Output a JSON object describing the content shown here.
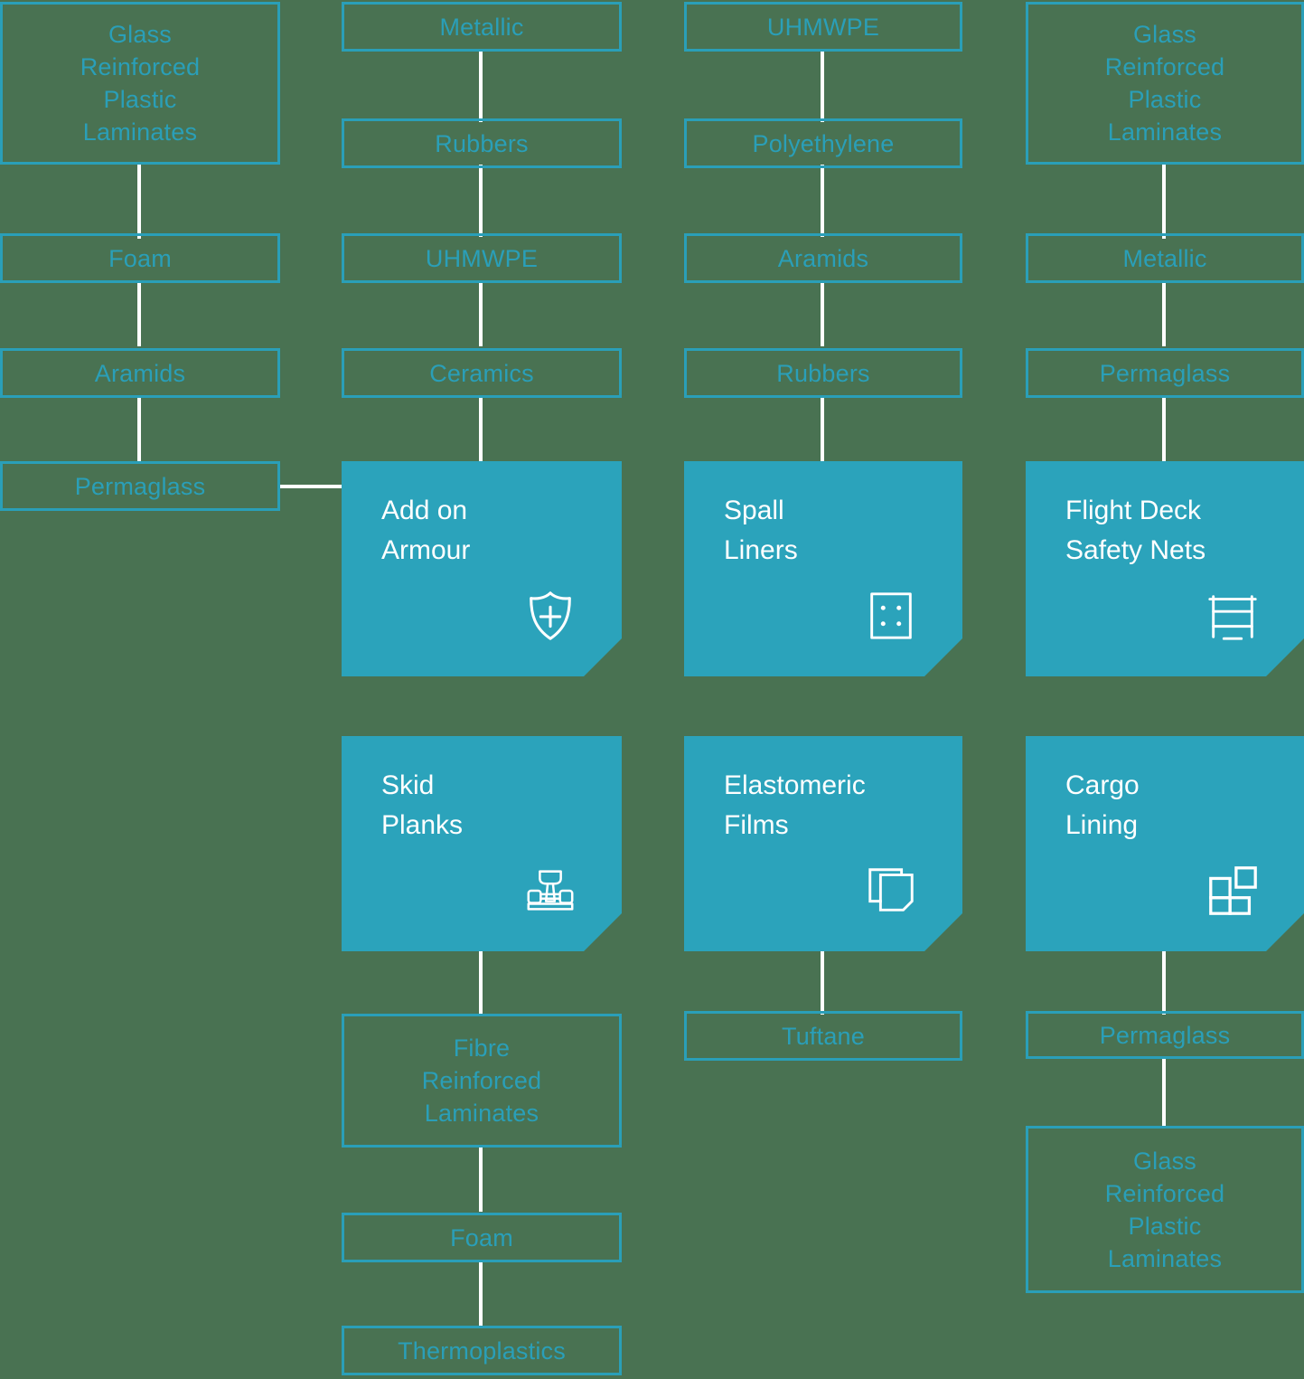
{
  "theme": {
    "background": "#497252",
    "accent": "#2a9fb8",
    "card": "#2ba3bb",
    "connector": "#ffffff",
    "card_text": "#ffffff"
  },
  "diagram": {
    "type": "flow-tree",
    "columns": [
      {
        "name": "column-1",
        "materials_top": [
          "Glass\nReinforced\nPlastic\nLaminates",
          "Foam",
          "Aramids",
          "Permaglass"
        ],
        "cards": [],
        "materials_bottom": []
      },
      {
        "name": "column-2",
        "materials_top": [
          "Metallic",
          "Rubbers",
          "UHMWPE",
          "Ceramics"
        ],
        "cards": [
          {
            "title": "Add on\nArmour",
            "icon": "shield-plus-icon"
          },
          {
            "title": "Skid\nPlanks",
            "icon": "skid-planks-icon"
          }
        ],
        "materials_bottom": [
          "Fibre\nReinforced\nLaminates",
          "Foam",
          "Thermoplastics"
        ]
      },
      {
        "name": "column-3",
        "materials_top": [
          "UHMWPE",
          "Polyethylene",
          "Aramids",
          "Rubbers"
        ],
        "cards": [
          {
            "title": "Spall\nLiners",
            "icon": "spall-liner-icon"
          },
          {
            "title": "Elastomeric\nFilms",
            "icon": "film-sheets-icon"
          }
        ],
        "materials_bottom": [
          "Tuftane"
        ]
      },
      {
        "name": "column-4",
        "materials_top": [
          "Glass\nReinforced\nPlastic\nLaminates",
          "Metallic",
          "Permaglass"
        ],
        "cards": [
          {
            "title": "Flight Deck\nSafety Nets",
            "icon": "safety-net-icon"
          },
          {
            "title": "Cargo\nLining",
            "icon": "cargo-tiles-icon"
          }
        ],
        "materials_bottom": [
          "Permaglass",
          "Glass\nReinforced\nPlastic\nLaminates"
        ]
      }
    ]
  },
  "boxes": {
    "c1_b1": "Glass\nReinforced\nPlastic\nLaminates",
    "c1_b2": "Foam",
    "c1_b3": "Aramids",
    "c1_b4": "Permaglass",
    "c2_b1": "Metallic",
    "c2_b2": "Rubbers",
    "c2_b3": "UHMWPE",
    "c2_b4": "Ceramics",
    "c2_b5": "Fibre\nReinforced\nLaminates",
    "c2_b6": "Foam",
    "c2_b7": "Thermoplastics",
    "c3_b1": "UHMWPE",
    "c3_b2": "Polyethylene",
    "c3_b3": "Aramids",
    "c3_b4": "Rubbers",
    "c3_b5": "Tuftane",
    "c4_b1": "Glass\nReinforced\nPlastic\nLaminates",
    "c4_b2": "Metallic",
    "c4_b3": "Permaglass",
    "c4_b4": "Permaglass",
    "c4_b5": "Glass\nReinforced\nPlastic\nLaminates"
  },
  "cards": {
    "add_on_armour": "Add on\nArmour",
    "spall_liners": "Spall\nLiners",
    "flight_deck_safety_nets": "Flight Deck\nSafety Nets",
    "skid_planks": "Skid\nPlanks",
    "elastomeric_films": "Elastomeric\nFilms",
    "cargo_lining": "Cargo\nLining"
  },
  "icons": {
    "add_on_armour": "shield-plus-icon",
    "spall_liners": "spall-liner-icon",
    "flight_deck_safety_nets": "safety-net-icon",
    "skid_planks": "skid-planks-icon",
    "elastomeric_films": "film-sheets-icon",
    "cargo_lining": "cargo-tiles-icon"
  }
}
